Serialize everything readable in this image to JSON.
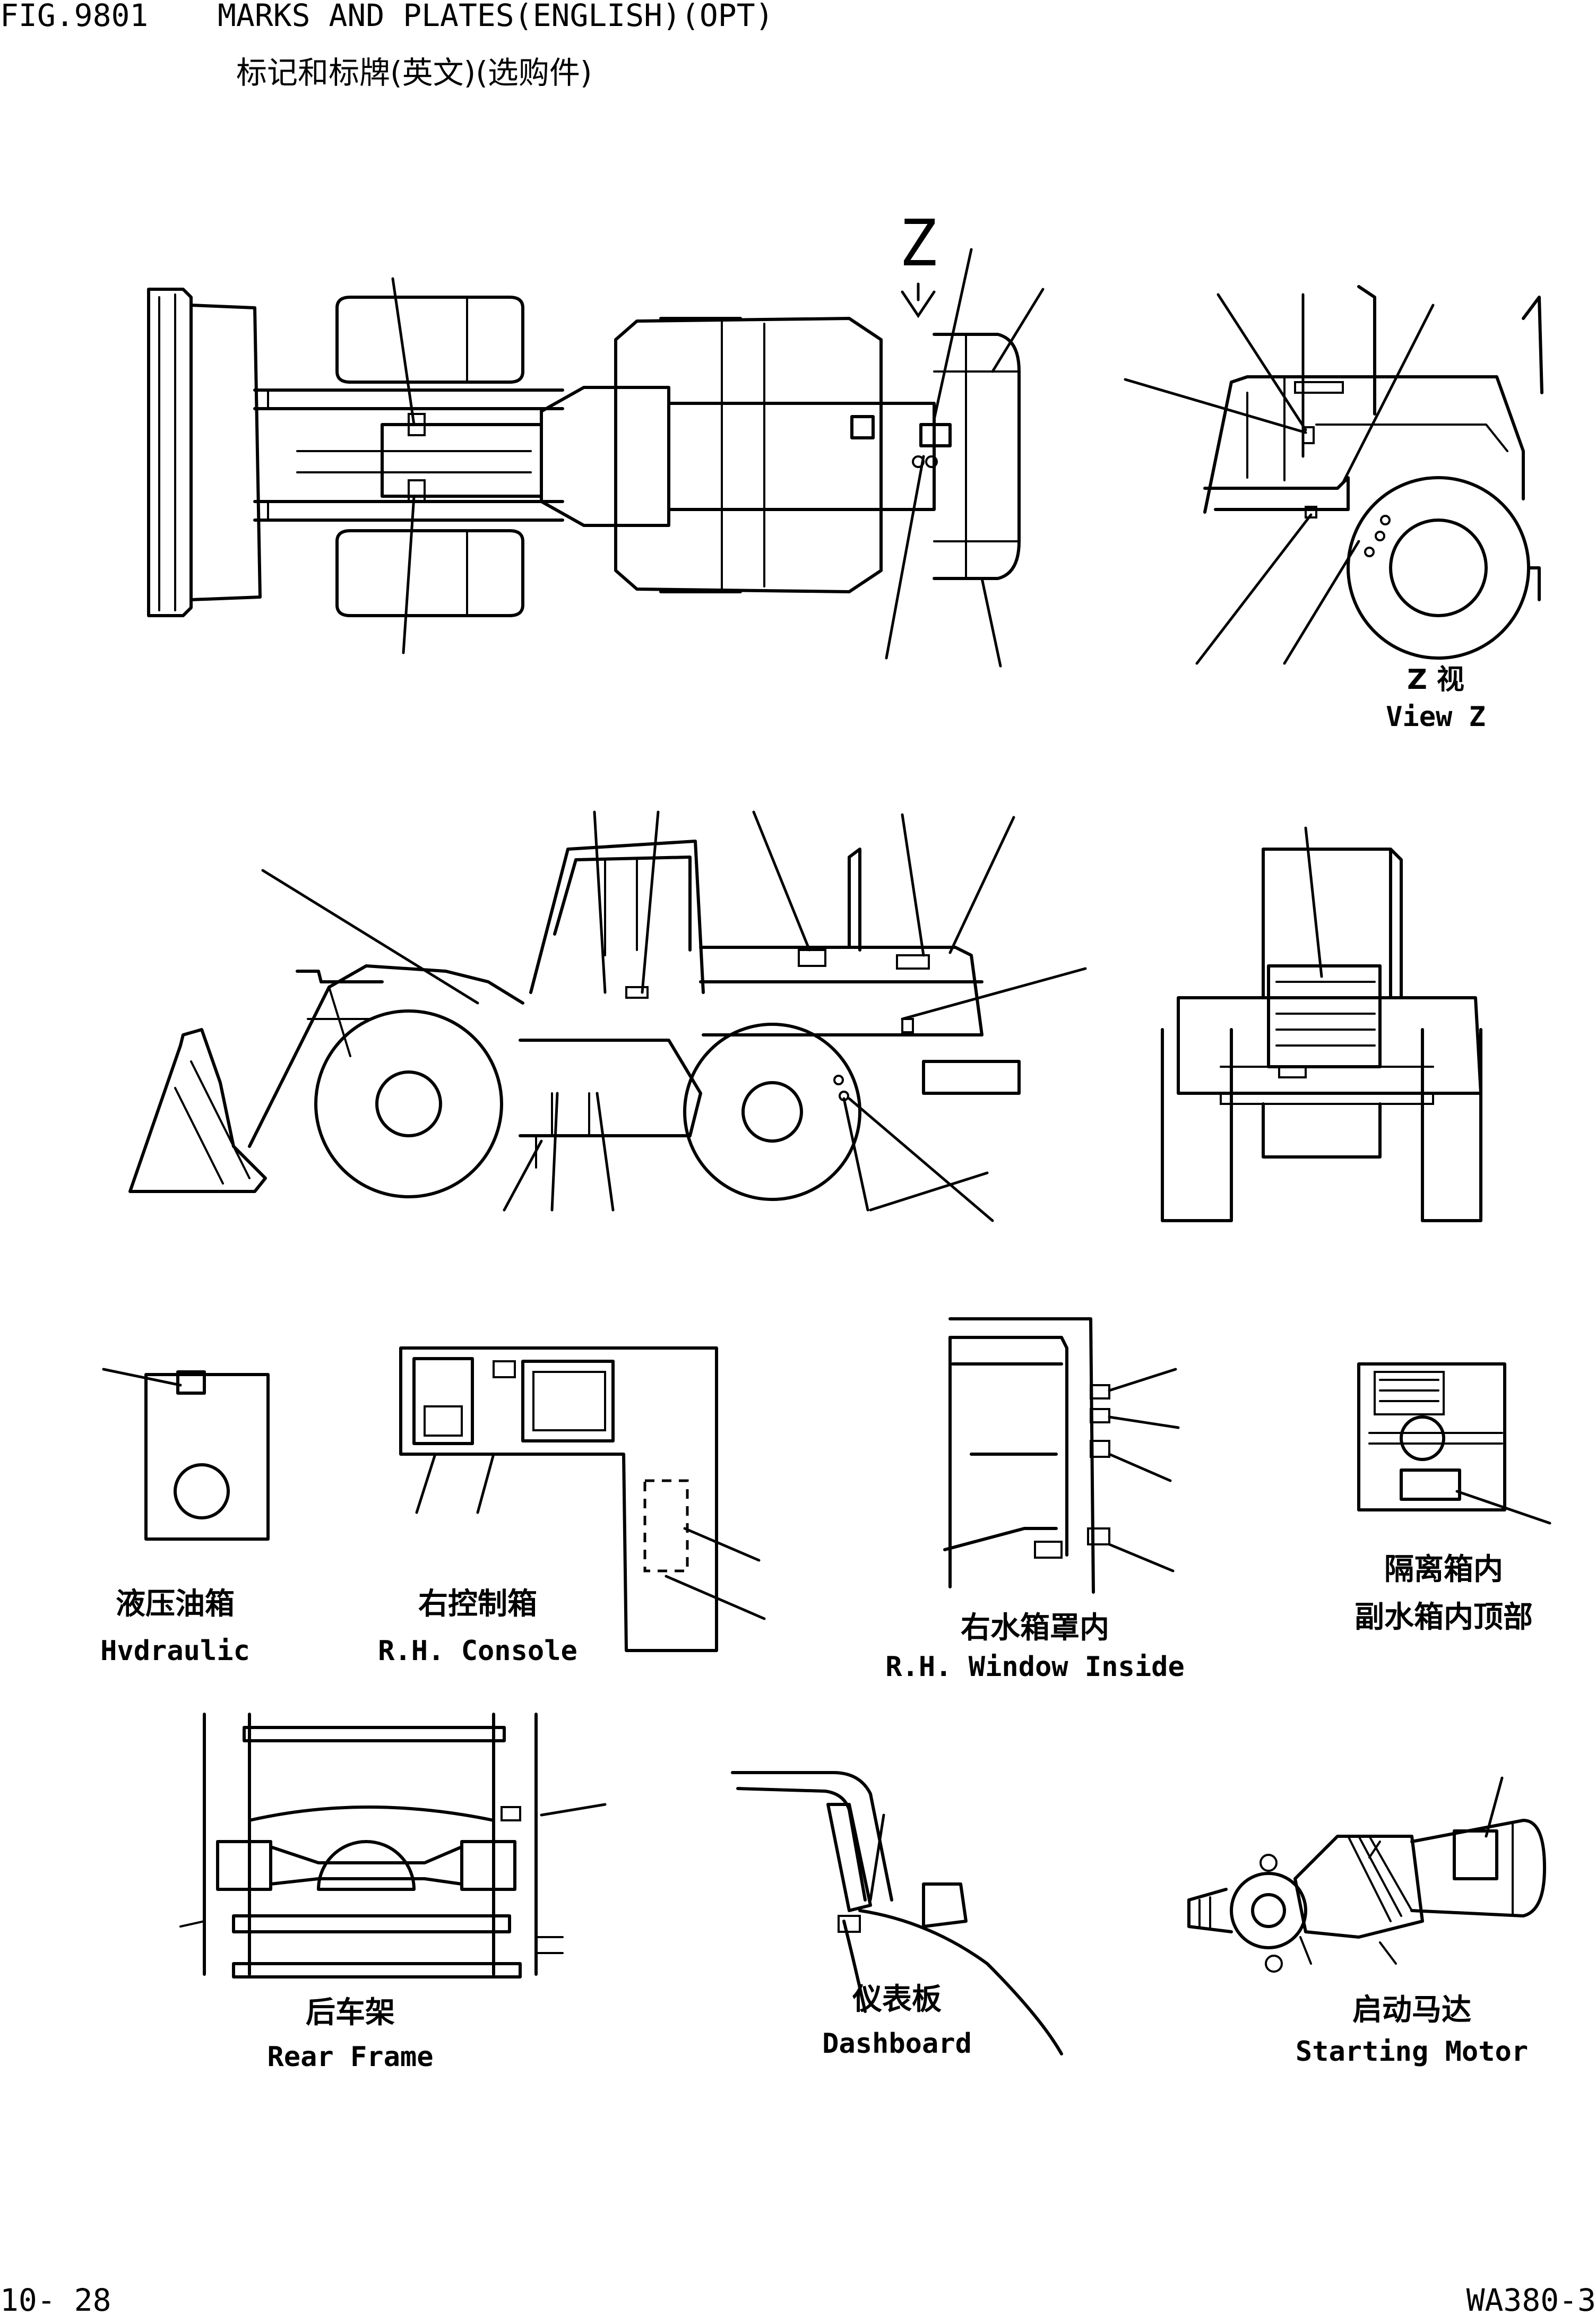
{
  "header": {
    "fig_no": "FIG.9801",
    "title_en": "MARKS AND PLATES(ENGLISH)(OPT)",
    "title_cn": "标记和标牌(英文)(选购件)"
  },
  "views": {
    "view_z_arrow": "Z",
    "view_z_cn": "Z 视",
    "view_z_en": "View Z"
  },
  "details": {
    "hydraulic": {
      "cn": "液压油箱",
      "en": "Hvdraulic"
    },
    "rh_console": {
      "cn": "右控制箱",
      "en": "R.H. Console"
    },
    "rh_window": {
      "cn": "右水箱罩内",
      "en": "R.H. Window Inside"
    },
    "sub_tank": {
      "cn": "隔离箱内",
      "cn2": "副水箱内顶部"
    },
    "rear_frame": {
      "cn": "后车架",
      "en": "Rear Frame"
    },
    "dashboard": {
      "cn": "仪表板",
      "en": "Dashboard"
    },
    "starting_motor": {
      "cn": "启动马达",
      "en": "Starting Motor"
    }
  },
  "footer": {
    "page_no": "10- 28",
    "model": "WA380-3"
  }
}
